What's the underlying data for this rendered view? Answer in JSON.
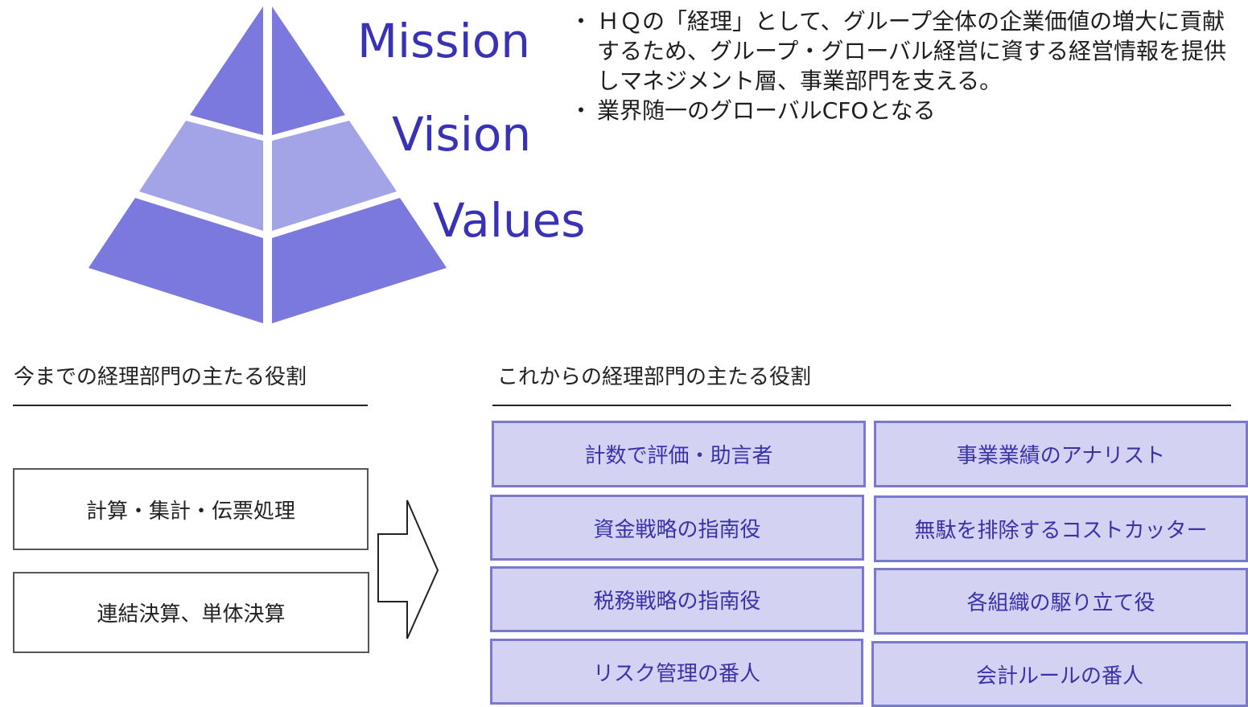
{
  "pyramid": {
    "colors": {
      "top": "#7b79dd",
      "middle": "#a3a3e8",
      "bottom": "#7b79dd"
    },
    "labels": {
      "mission": "Mission",
      "vision": "Vision",
      "values": "Values"
    }
  },
  "mission_statements": [
    {
      "bullet": "・",
      "text": "ＨＱの「経理」として、グループ全体の企業価値の増大に貢献するため、グループ・グローバル経営に資する経営情報を提供しマネジメント層、事業部門を支える。"
    },
    {
      "bullet": "・",
      "text": "業界随一のグローバルCFOとなる"
    }
  ],
  "current": {
    "title": "今までの経理部門の主たる役割",
    "roles": [
      "計算・集計・伝票処理",
      "連結決算、単体決算"
    ]
  },
  "future": {
    "title": "これからの経理部門の主たる役割",
    "roles": [
      "計数で評価・助言者",
      "事業業績のアナリスト",
      "資金戦略の指南役",
      "無駄を排除するコストカッター",
      "税務戦略の指南役",
      "各組織の駆り立て役",
      "リスク管理の番人",
      "会計ルールの番人"
    ]
  }
}
